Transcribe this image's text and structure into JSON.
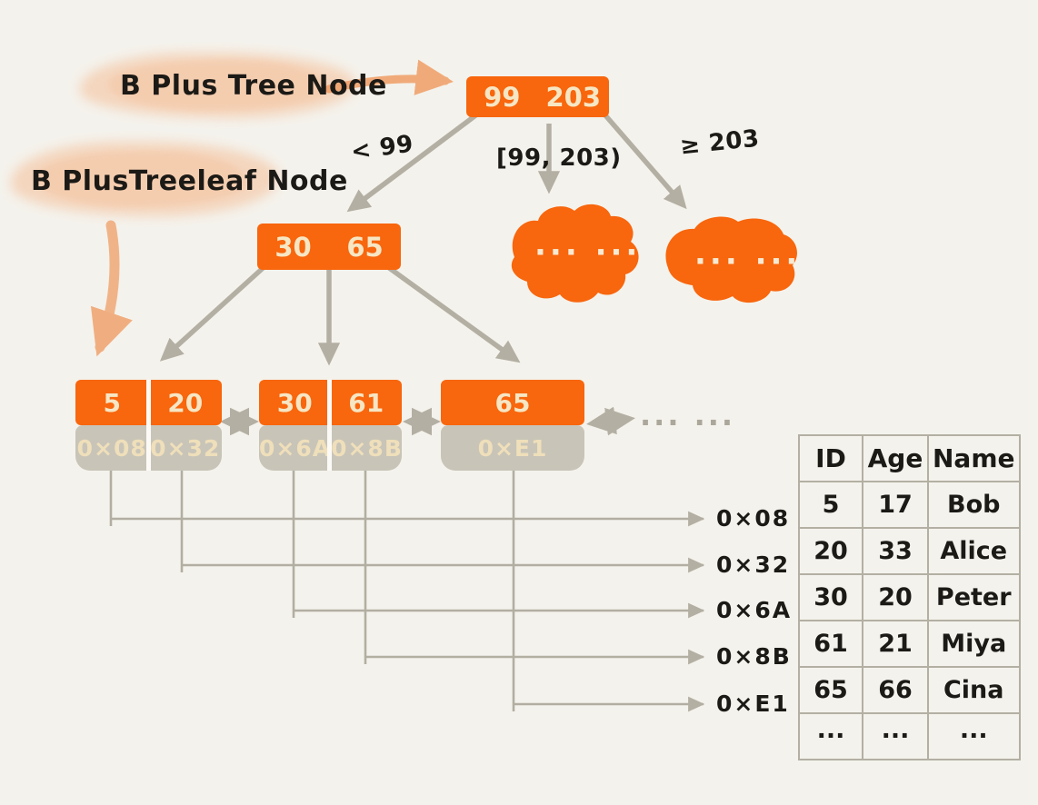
{
  "labels": {
    "node": "B Plus Tree Node",
    "leaf": "B PlusTreeleaf Node"
  },
  "tree": {
    "root": {
      "key1": "99",
      "key2": "203"
    },
    "branches": {
      "left": "< 99",
      "middle": "[99, 203)",
      "right": "≥ 203"
    },
    "internal": {
      "key1": "30",
      "key2": "65"
    },
    "leaves": [
      {
        "key1": "5",
        "key2": "20",
        "ptr1": "0×08",
        "ptr2": "0×32"
      },
      {
        "key1": "30",
        "key2": "61",
        "ptr1": "0×6A",
        "ptr2": "0×8B"
      },
      {
        "key1": "65",
        "ptr1": "0×E1"
      }
    ],
    "blob1_dots": "··· ···",
    "blob2_dots": "··· ···",
    "chain_dots": "··· ···"
  },
  "pointers": [
    "0×08",
    "0×32",
    "0×6A",
    "0×8B",
    "0×E1"
  ],
  "table": {
    "headers": [
      "ID",
      "Age",
      "Name"
    ],
    "rows": [
      [
        "5",
        "17",
        "Bob"
      ],
      [
        "20",
        "33",
        "Alice"
      ],
      [
        "30",
        "20",
        "Peter"
      ],
      [
        "61",
        "21",
        "Miya"
      ],
      [
        "65",
        "66",
        "Cina"
      ],
      [
        "···",
        "···",
        "···"
      ]
    ]
  },
  "colors": {
    "background": "#f4f2ec",
    "orange": "#f8660d",
    "peach_highlight": "#f5bf98",
    "orange_arrow": "#f09e66",
    "gray_box": "#c8c4b8",
    "gray_arrow": "#b3afa3",
    "cream_text": "#f6e6c4",
    "ink": "#1c1a16"
  }
}
